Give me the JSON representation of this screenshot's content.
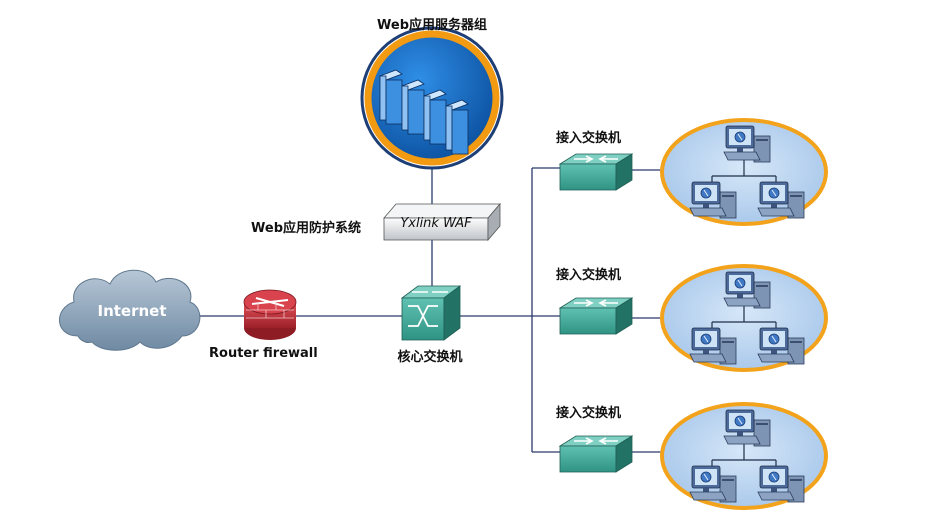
{
  "labels": {
    "server_group": "Web应用服务器组",
    "waf_system": "Web应用防护系统",
    "waf_device": "Yxlink WAF",
    "internet": "Internet",
    "router": "Router firewall",
    "core_switch": "核心交换机",
    "access_switch_1": "接入交换机",
    "access_switch_2": "接入交换机",
    "access_switch_3": "接入交换机"
  },
  "colors": {
    "line": "#2b3a6b",
    "switch": "#2e8b7f",
    "lan_ring": "#f2a31b",
    "lan_fill": "#b8d3ee",
    "server_ring": "#f29a12",
    "server_fill": "#1b73c9",
    "cloud": "#8ea6bd",
    "router": "#c9363f"
  },
  "icons": {
    "server_group": "server-rack-icon",
    "waf": "firewall-appliance-icon",
    "internet": "cloud-icon",
    "router": "router-firewall-icon",
    "core_switch": "core-switch-icon",
    "access_switch": "access-switch-icon",
    "lan": "workstation-lan-icon"
  }
}
